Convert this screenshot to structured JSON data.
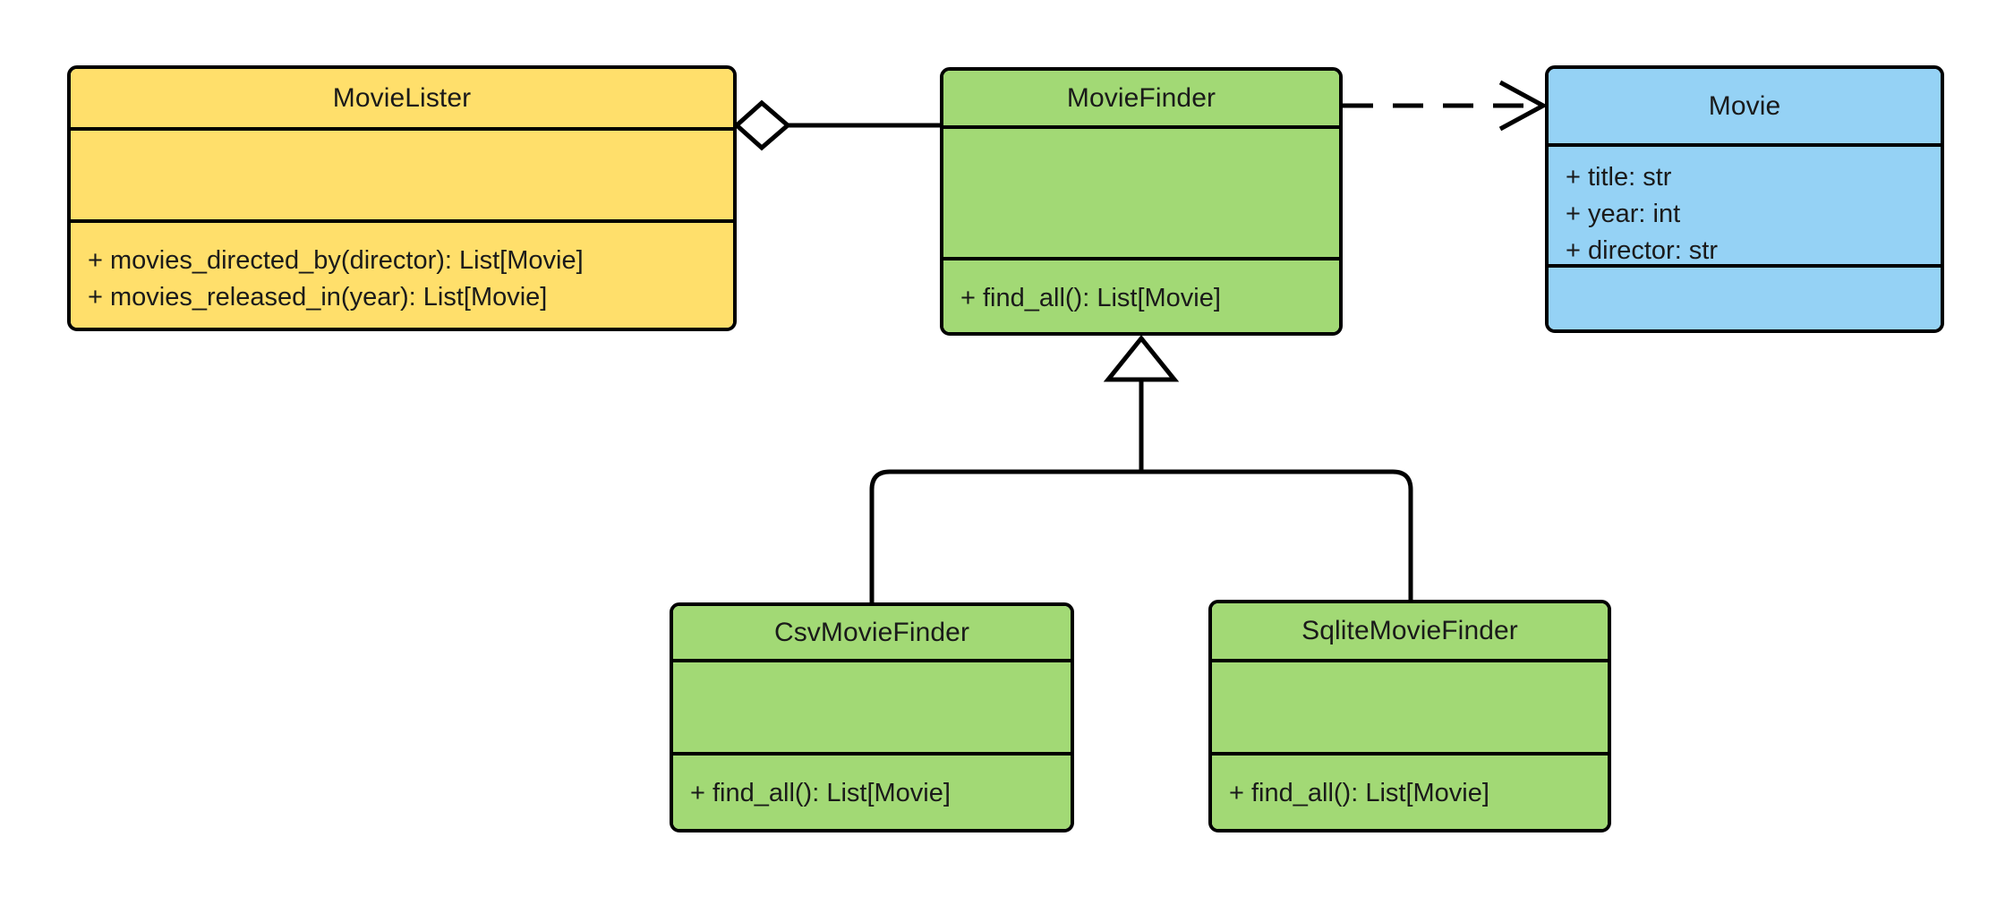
{
  "diagram": {
    "type": "uml-class-diagram",
    "background_color": "#ffffff",
    "stroke_color": "#000000",
    "palette": {
      "yellow": "#ffdf6b",
      "green": "#a2d975",
      "blue": "#95d2f5",
      "white": "#ffffff"
    }
  },
  "classes": [
    {
      "id": "movie-lister",
      "name": "MovieLister",
      "fill": "#ffdf6b",
      "attributes": [],
      "methods": [
        "+ movies_directed_by(director): List[Movie]",
        "+ movies_released_in(year): List[Movie]"
      ]
    },
    {
      "id": "movie-finder",
      "name": "MovieFinder",
      "fill": "#a2d975",
      "attributes": [],
      "methods": [
        "+ find_all(): List[Movie]"
      ]
    },
    {
      "id": "movie",
      "name": "Movie",
      "fill": "#95d2f5",
      "attributes": [
        "+ title: str",
        "+ year: int",
        "+ director: str"
      ],
      "methods": []
    },
    {
      "id": "csv-movie-finder",
      "name": "CsvMovieFinder",
      "fill": "#a2d975",
      "attributes": [],
      "methods": [
        "+ find_all(): List[Movie]"
      ]
    },
    {
      "id": "sqlite-movie-finder",
      "name": "SqliteMovieFinder",
      "fill": "#a2d975",
      "attributes": [],
      "methods": [
        "+ find_all(): List[Movie]"
      ]
    }
  ],
  "relationships": [
    {
      "id": "lister-finder-aggregation",
      "kind": "aggregation",
      "from": "MovieLister",
      "to": "MovieFinder",
      "line_style": "solid",
      "end_marker": "hollow-diamond",
      "label": ""
    },
    {
      "id": "finder-movie-dependency",
      "kind": "dependency",
      "from": "MovieFinder",
      "to": "Movie",
      "line_style": "dashed",
      "end_marker": "open-arrow",
      "label": ""
    },
    {
      "id": "csv-finder-inheritance",
      "kind": "generalization",
      "from": "CsvMovieFinder",
      "to": "MovieFinder",
      "line_style": "solid",
      "end_marker": "hollow-triangle",
      "label": ""
    },
    {
      "id": "sqlite-finder-inheritance",
      "kind": "generalization",
      "from": "SqliteMovieFinder",
      "to": "MovieFinder",
      "line_style": "solid",
      "end_marker": "hollow-triangle",
      "label": ""
    }
  ]
}
